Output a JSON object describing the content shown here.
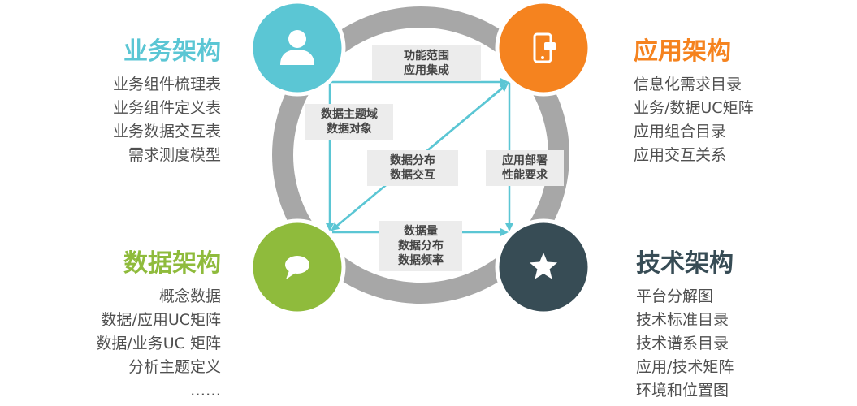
{
  "colors": {
    "business": "#5bc6d4",
    "application": "#f5831f",
    "data": "#8fbb3c",
    "technology": "#374c55",
    "ring": "#a7a7a7",
    "arrow": "#5bc6d4"
  },
  "business": {
    "title": "业务架构",
    "items": [
      "业务组件梳理表",
      "业务组件定义表",
      "业务数据交互表",
      "需求测度模型"
    ],
    "icon": "person-icon"
  },
  "application": {
    "title": "应用架构",
    "items": [
      "信息化需求目录",
      "业务/数据UC矩阵",
      "应用组合目录",
      "应用交互关系"
    ],
    "icon": "mobile-phone-icon"
  },
  "data": {
    "title": "数据架构",
    "items": [
      "概念数据",
      "数据/应用UC矩阵",
      "数据/业务UC 矩阵",
      "分析主题定义",
      "……"
    ],
    "icon": "speech-bubble-icon"
  },
  "technology": {
    "title": "技术架构",
    "items": [
      "平台分解图",
      "技术标准目录",
      "技术谱系目录",
      "应用/技术矩阵",
      "环境和位置图"
    ],
    "icon": "star-icon"
  },
  "links": {
    "business_to_application": [
      "功能范围",
      "应用集成"
    ],
    "business_to_data": [
      "数据主题域",
      "数据对象"
    ],
    "application_data_diagonal": [
      "数据分布",
      "数据交互"
    ],
    "application_to_technology": [
      "应用部署",
      "性能要求"
    ],
    "data_to_technology": [
      "数据量",
      "数据分布",
      "数据频率"
    ]
  }
}
